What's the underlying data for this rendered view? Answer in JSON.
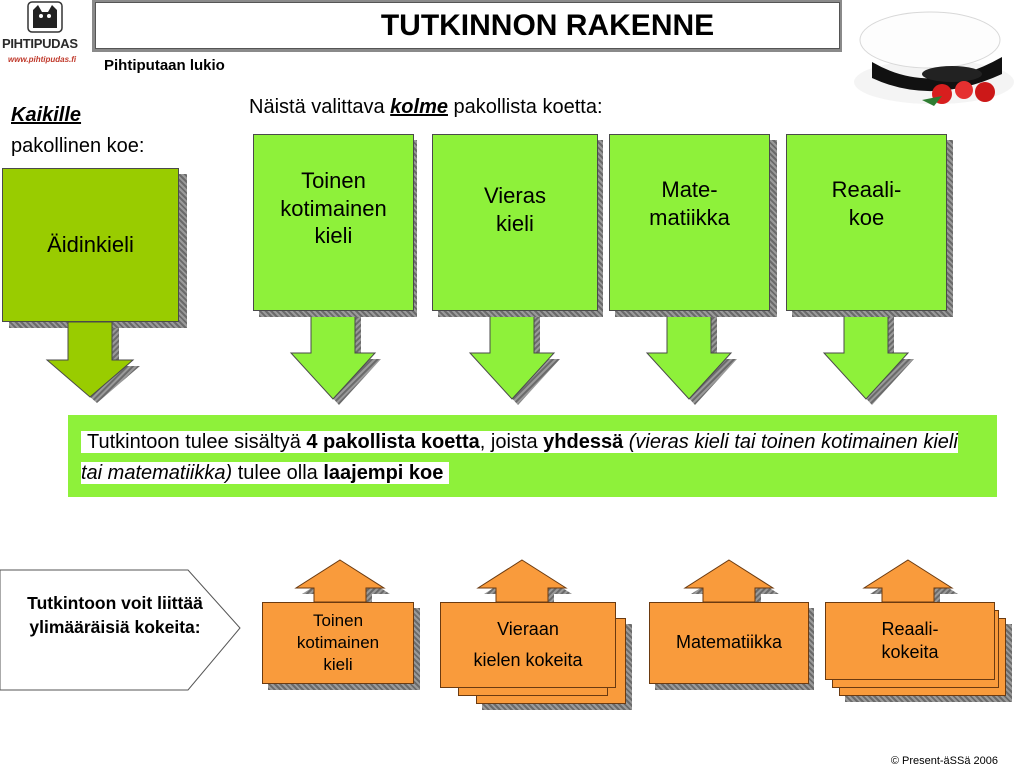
{
  "header": {
    "title": "TUTKINNON RAKENNE",
    "school": "Pihtiputaan lukio",
    "logo_text": "PIHTIPUDAS",
    "logo_url": "www.pihtipudas.fi"
  },
  "left": {
    "kaikille": "Kaikille",
    "pakollinen": "pakollinen koe:",
    "subject": "Äidinkieli"
  },
  "choose": {
    "prefix": "Näistä valittava ",
    "emph": "kolme",
    "suffix": " pakollista koetta:"
  },
  "subjects": [
    {
      "line1": "Toinen",
      "line2": "kotimainen",
      "line3": "kieli"
    },
    {
      "line1": "Vieras",
      "line2": "kieli"
    },
    {
      "line1": "Mate-",
      "line2": "matiikka"
    },
    {
      "line1": "Reaali-",
      "line2": "koe"
    }
  ],
  "summary": {
    "t1": "Tutkintoon tulee sisältyä ",
    "b1": "4 pakollista koetta",
    "t2": ", joista ",
    "b2": "yhdessä",
    "i1": " (vieras kieli tai toinen kotimainen kieli tai matematiikka)",
    "t3": " tulee olla ",
    "b3": "laajempi koe"
  },
  "extra": {
    "line1": "Tutkintoon voit liittää",
    "line2": "ylimääräisiä kokeita:"
  },
  "extra_boxes": [
    {
      "line1": "Toinen",
      "line2": "kotimainen",
      "line3": "kieli"
    },
    {
      "line1": "Vieraan",
      "line2": "kielen kokeita"
    },
    {
      "line1": "Matematiikka"
    },
    {
      "line1": "Reaali-",
      "line2": "kokeita"
    }
  ],
  "footer": {
    "copyright": "© Present-äSSä 2006"
  },
  "colors": {
    "green_light": "#8ef13a",
    "green_dark": "#99cc00",
    "orange": "#f99b3c",
    "rose": "#d81e1e"
  }
}
